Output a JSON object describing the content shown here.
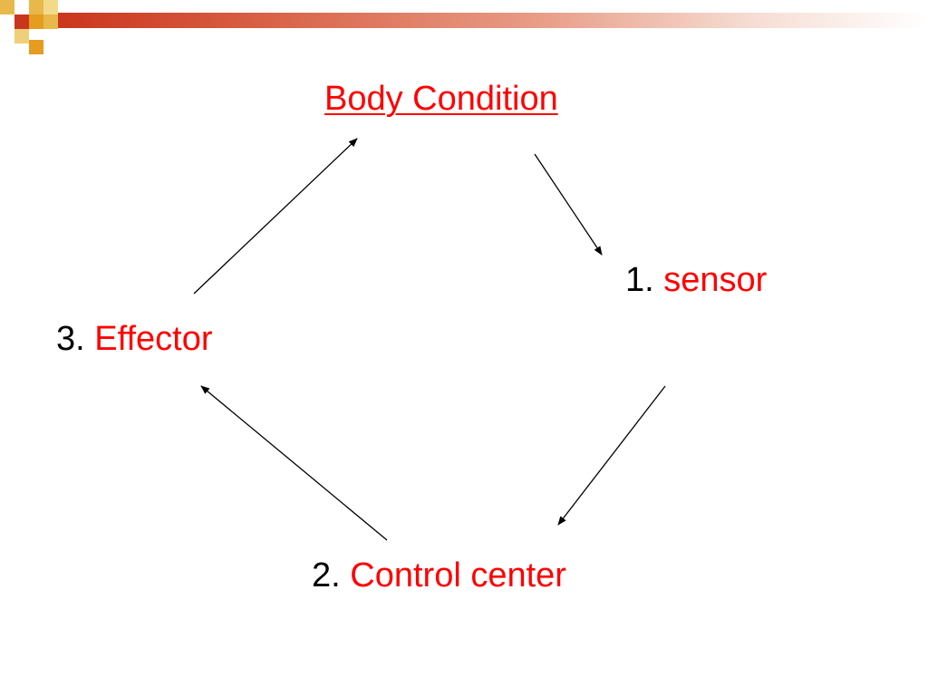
{
  "title": "Body Condition",
  "nodes": {
    "sensor": {
      "number": "1.",
      "label": "sensor"
    },
    "control": {
      "number": "2.",
      "label": "Control center"
    },
    "effector": {
      "number": "3.",
      "label": "Effector"
    }
  },
  "colors": {
    "accent": "#ff0000",
    "text": "#000000",
    "bar_start": "#c9361e",
    "square_orange": "#e69c1e",
    "square_red": "#c9361e"
  }
}
